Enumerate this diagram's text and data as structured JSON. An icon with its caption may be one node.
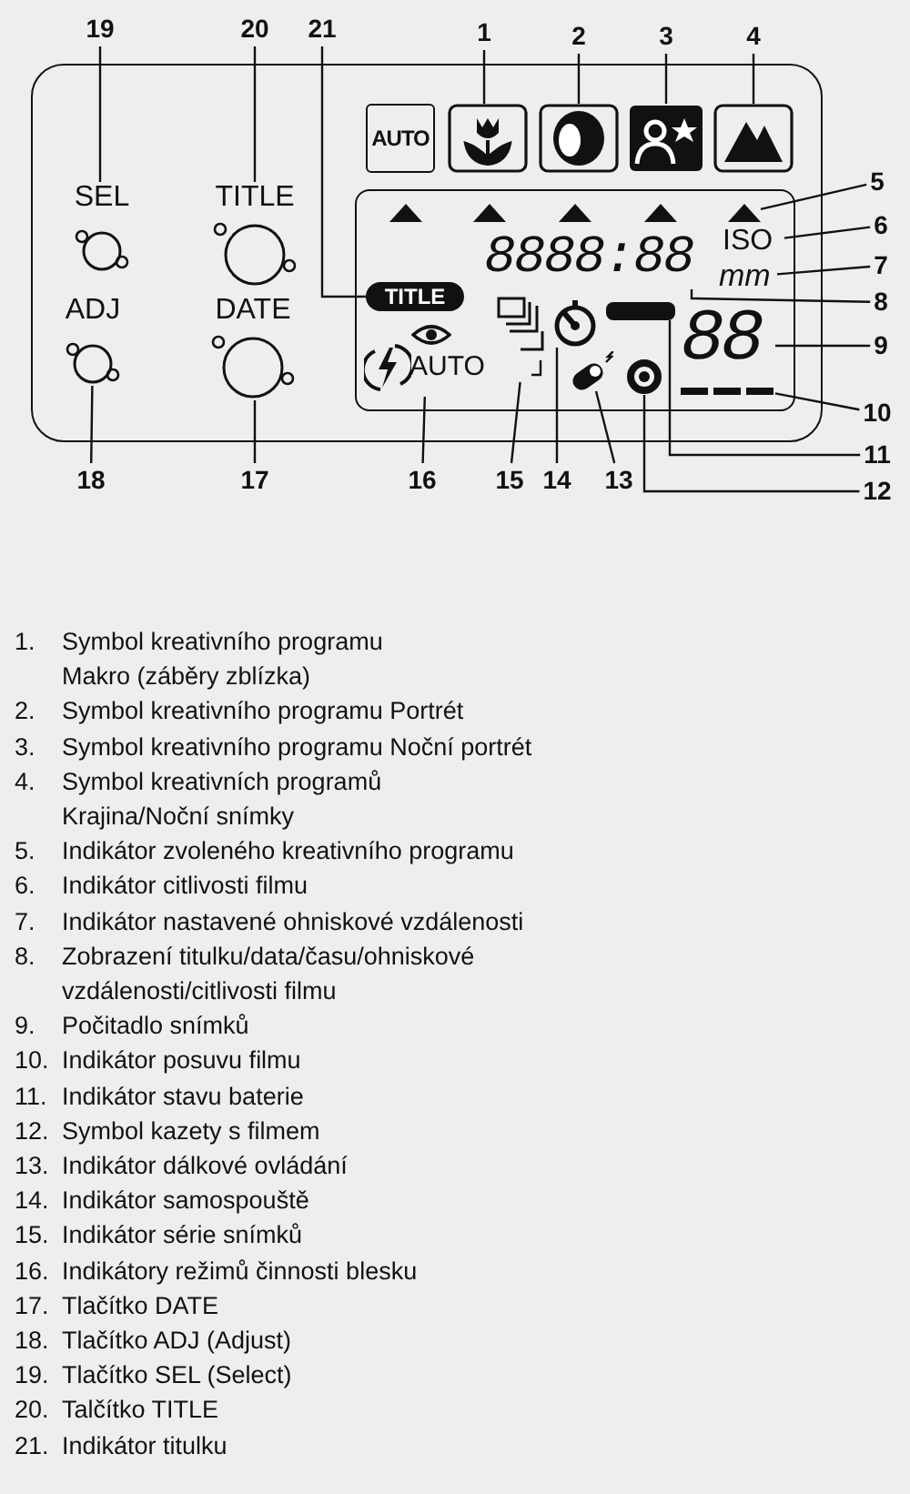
{
  "diagram": {
    "nodes": [
      {
        "text": [
          "1"
        ]
      },
      {
        "text": [
          "2"
        ]
      },
      {
        "text": [
          "3"
        ]
      },
      {
        "text": [
          "4"
        ]
      },
      {
        "text": [
          "5"
        ]
      },
      {
        "text": [
          "6"
        ]
      },
      {
        "text": [
          "7"
        ]
      },
      {
        "text": [
          "8"
        ]
      },
      {
        "text": [
          "9"
        ]
      },
      {
        "text": [
          "10"
        ]
      },
      {
        "text": [
          "11"
        ]
      },
      {
        "text": [
          "12"
        ]
      },
      {
        "text": [
          "13"
        ]
      },
      {
        "text": [
          "14"
        ]
      },
      {
        "text": [
          "15"
        ]
      },
      {
        "text": [
          "16"
        ]
      },
      {
        "text": [
          "17"
        ]
      },
      {
        "text": [
          "18"
        ]
      },
      {
        "text": [
          "19"
        ]
      },
      {
        "text": [
          "20"
        ]
      },
      {
        "text": [
          "21"
        ]
      },
      {
        "text": [
          "AUTO"
        ]
      },
      {
        "text": [],
        "shape": "icon"
      },
      {
        "text": [],
        "shape": "icon"
      },
      {
        "text": [],
        "shape": "icon"
      },
      {
        "text": [],
        "shape": "icon"
      },
      {
        "text": [],
        "shape": "triangle"
      },
      {
        "text": [
          "8888:88"
        ]
      },
      {
        "text": [
          "ISO"
        ]
      },
      {
        "text": [
          "mm"
        ]
      },
      {
        "text": [
          "TITLE"
        ]
      },
      {
        "text": [],
        "shape": "icon"
      },
      {
        "text": [],
        "shape": "circle"
      },
      {
        "text": [],
        "shape": "bar"
      },
      {
        "text": [
          "88"
        ]
      },
      {
        "text": [
          "AUTO"
        ]
      },
      {
        "text": [],
        "shape": "icon"
      },
      {
        "text": [],
        "shape": "circle"
      },
      {
        "text": [],
        "shape": "bar"
      },
      {
        "text": [
          "SEL"
        ]
      },
      {
        "text": [
          "TITLE"
        ]
      },
      {
        "text": [
          "ADJ"
        ]
      },
      {
        "text": [
          "DATE"
        ]
      },
      {
        "text": [],
        "shape": "triangle"
      },
      {
        "text": [],
        "shape": "triangle"
      },
      {
        "text": [],
        "shape": "triangle"
      },
      {
        "text": [],
        "shape": "triangle"
      }
    ],
    "edges": [
      {
        "from": 0,
        "to": 22,
        "arrow": "none"
      },
      {
        "from": 1,
        "to": 23,
        "arrow": "none"
      },
      {
        "from": 2,
        "to": 24,
        "arrow": "none"
      },
      {
        "from": 3,
        "to": 25,
        "arrow": "none"
      },
      {
        "from": 4,
        "to": 46,
        "arrow": "none"
      },
      {
        "from": 5,
        "to": 28,
        "arrow": "none"
      },
      {
        "from": 6,
        "to": 29,
        "arrow": "none"
      },
      {
        "from": 7,
        "to": 27,
        "arrow": "none"
      },
      {
        "from": 8,
        "to": 34,
        "arrow": "none"
      },
      {
        "from": 9,
        "to": 38,
        "arrow": "none"
      },
      {
        "from": 10,
        "to": 33,
        "arrow": "none"
      },
      {
        "from": 11,
        "to": 37,
        "arrow": "none"
      },
      {
        "from": 12,
        "to": 36,
        "arrow": "none"
      },
      {
        "from": 13,
        "to": 32,
        "arrow": "none"
      },
      {
        "from": 14,
        "to": 31,
        "arrow": "none"
      },
      {
        "from": 15,
        "to": 35,
        "arrow": "none"
      },
      {
        "from": 16,
        "to": 42,
        "arrow": "none"
      },
      {
        "from": 17,
        "to": 41,
        "arrow": "none"
      },
      {
        "from": 18,
        "to": 39,
        "arrow": "none"
      },
      {
        "from": 19,
        "to": 40,
        "arrow": "none"
      },
      {
        "from": 20,
        "to": 30,
        "arrow": "none"
      }
    ],
    "labels": [
      "1.",
      "Symbol kreativního programu Makro (záběry zblízka)",
      "2.",
      "Symbol kreativního programu Portrét",
      "3.",
      "Symbol kreativního programu Noční portrét",
      "4.",
      "Symbol kreativních programů Krajina/Noční snímky",
      "5.",
      "Indikátor zvoleného kreativního programu",
      "6.",
      "Indikátor citlivosti filmu",
      "7.",
      "Indikátor nastavené ohniskové vzdálenosti",
      "8.",
      "Zobrazení titulku/data/času/ohniskové vzdálenosti/citlivosti filmu",
      "9.",
      "Počitadlo snímků",
      "10.",
      "Indikátor posuvu filmu",
      "11.",
      "Indikátor stavu baterie",
      "12.",
      "Symbol kazety s filmem",
      "13.",
      "Indikátor dálkové ovládání",
      "14.",
      "Indikátor samospouště",
      "15.",
      "Indikátor série snímků",
      "16.",
      "Indikátory režimů činnosti blesku",
      "17.",
      "Tlačítko DATE",
      "18.",
      "Tlačítko ADJ (Adjust)",
      "19.",
      "Tlačítko SEL (Select)",
      "20.",
      "Talčítko TITLE",
      "21.",
      "Indikátor titulku"
    ]
  }
}
